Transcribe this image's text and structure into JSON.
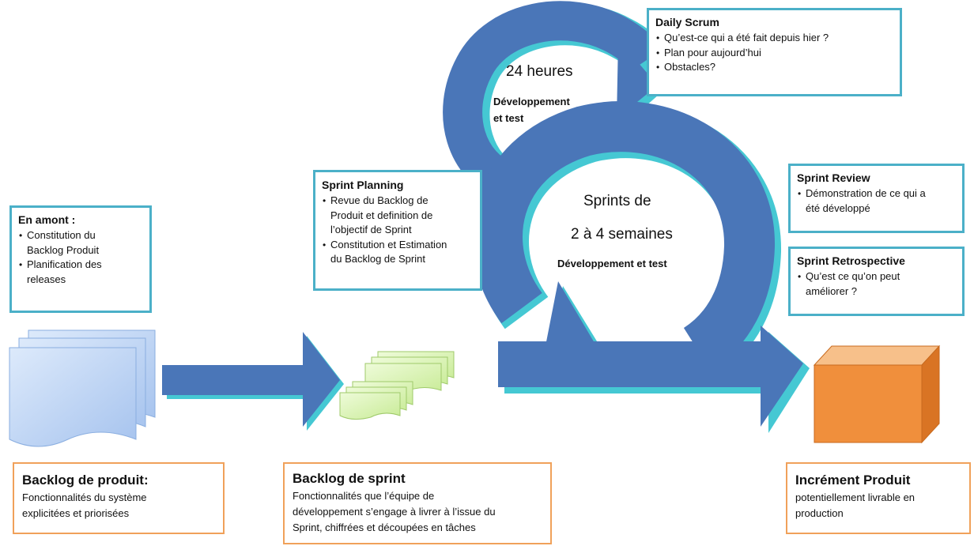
{
  "daily_scrum": {
    "title": "Daily Scrum",
    "items": [
      "Qu’est-ce qui a été fait depuis hier ?",
      "Plan pour aujourd’hui",
      "Obstacles?"
    ]
  },
  "small_loop": {
    "label": "24 heures",
    "sub_line1": "Développement",
    "sub_line2": "et test"
  },
  "big_loop": {
    "line1": "Sprints de",
    "line2": "2 à 4 semaines",
    "line3": "Développement et test"
  },
  "sprint_planning": {
    "title": "Sprint Planning",
    "items": [
      [
        "Revue du Backlog de",
        "Produit et definition de",
        "l’objectif de Sprint"
      ],
      [
        "Constitution et Estimation",
        "du Backlog de Sprint"
      ]
    ]
  },
  "en_amont": {
    "title": "En amont :",
    "items": [
      [
        "Constitution du",
        "Backlog Produit"
      ],
      [
        "Planification des",
        "releases"
      ]
    ]
  },
  "sprint_review": {
    "title": "Sprint Review",
    "items": [
      [
        "Démonstration de ce qui a",
        "été développé"
      ]
    ]
  },
  "sprint_retrospective": {
    "title": "Sprint Retrospective",
    "items": [
      [
        "Qu’est ce qu’on peut",
        "améliorer ?"
      ]
    ]
  },
  "backlog_produit": {
    "title": "Backlog de produit:",
    "lines": [
      "Fonctionnalités  du système",
      "explicitées et priorisées"
    ]
  },
  "backlog_sprint": {
    "title": "Backlog de sprint",
    "lines": [
      "Fonctionnalités que l’équipe de",
      "développement s’engage à livrer à l’issue du",
      "Sprint, chiffrées et découpées en tâches"
    ]
  },
  "increment": {
    "title": "Incrément Produit",
    "lines": [
      "potentiellement livrable en",
      "production"
    ]
  },
  "colors": {
    "arrow_blue": "#4a76b8",
    "accent_teal": "#45c8d3",
    "box_border_blue": "#4bb0c8",
    "box_border_orange": "#f0a15a",
    "product_box": "#f08f3c",
    "page_doc": "#aac8f0",
    "sprint_doc": "#d7f0b0"
  }
}
